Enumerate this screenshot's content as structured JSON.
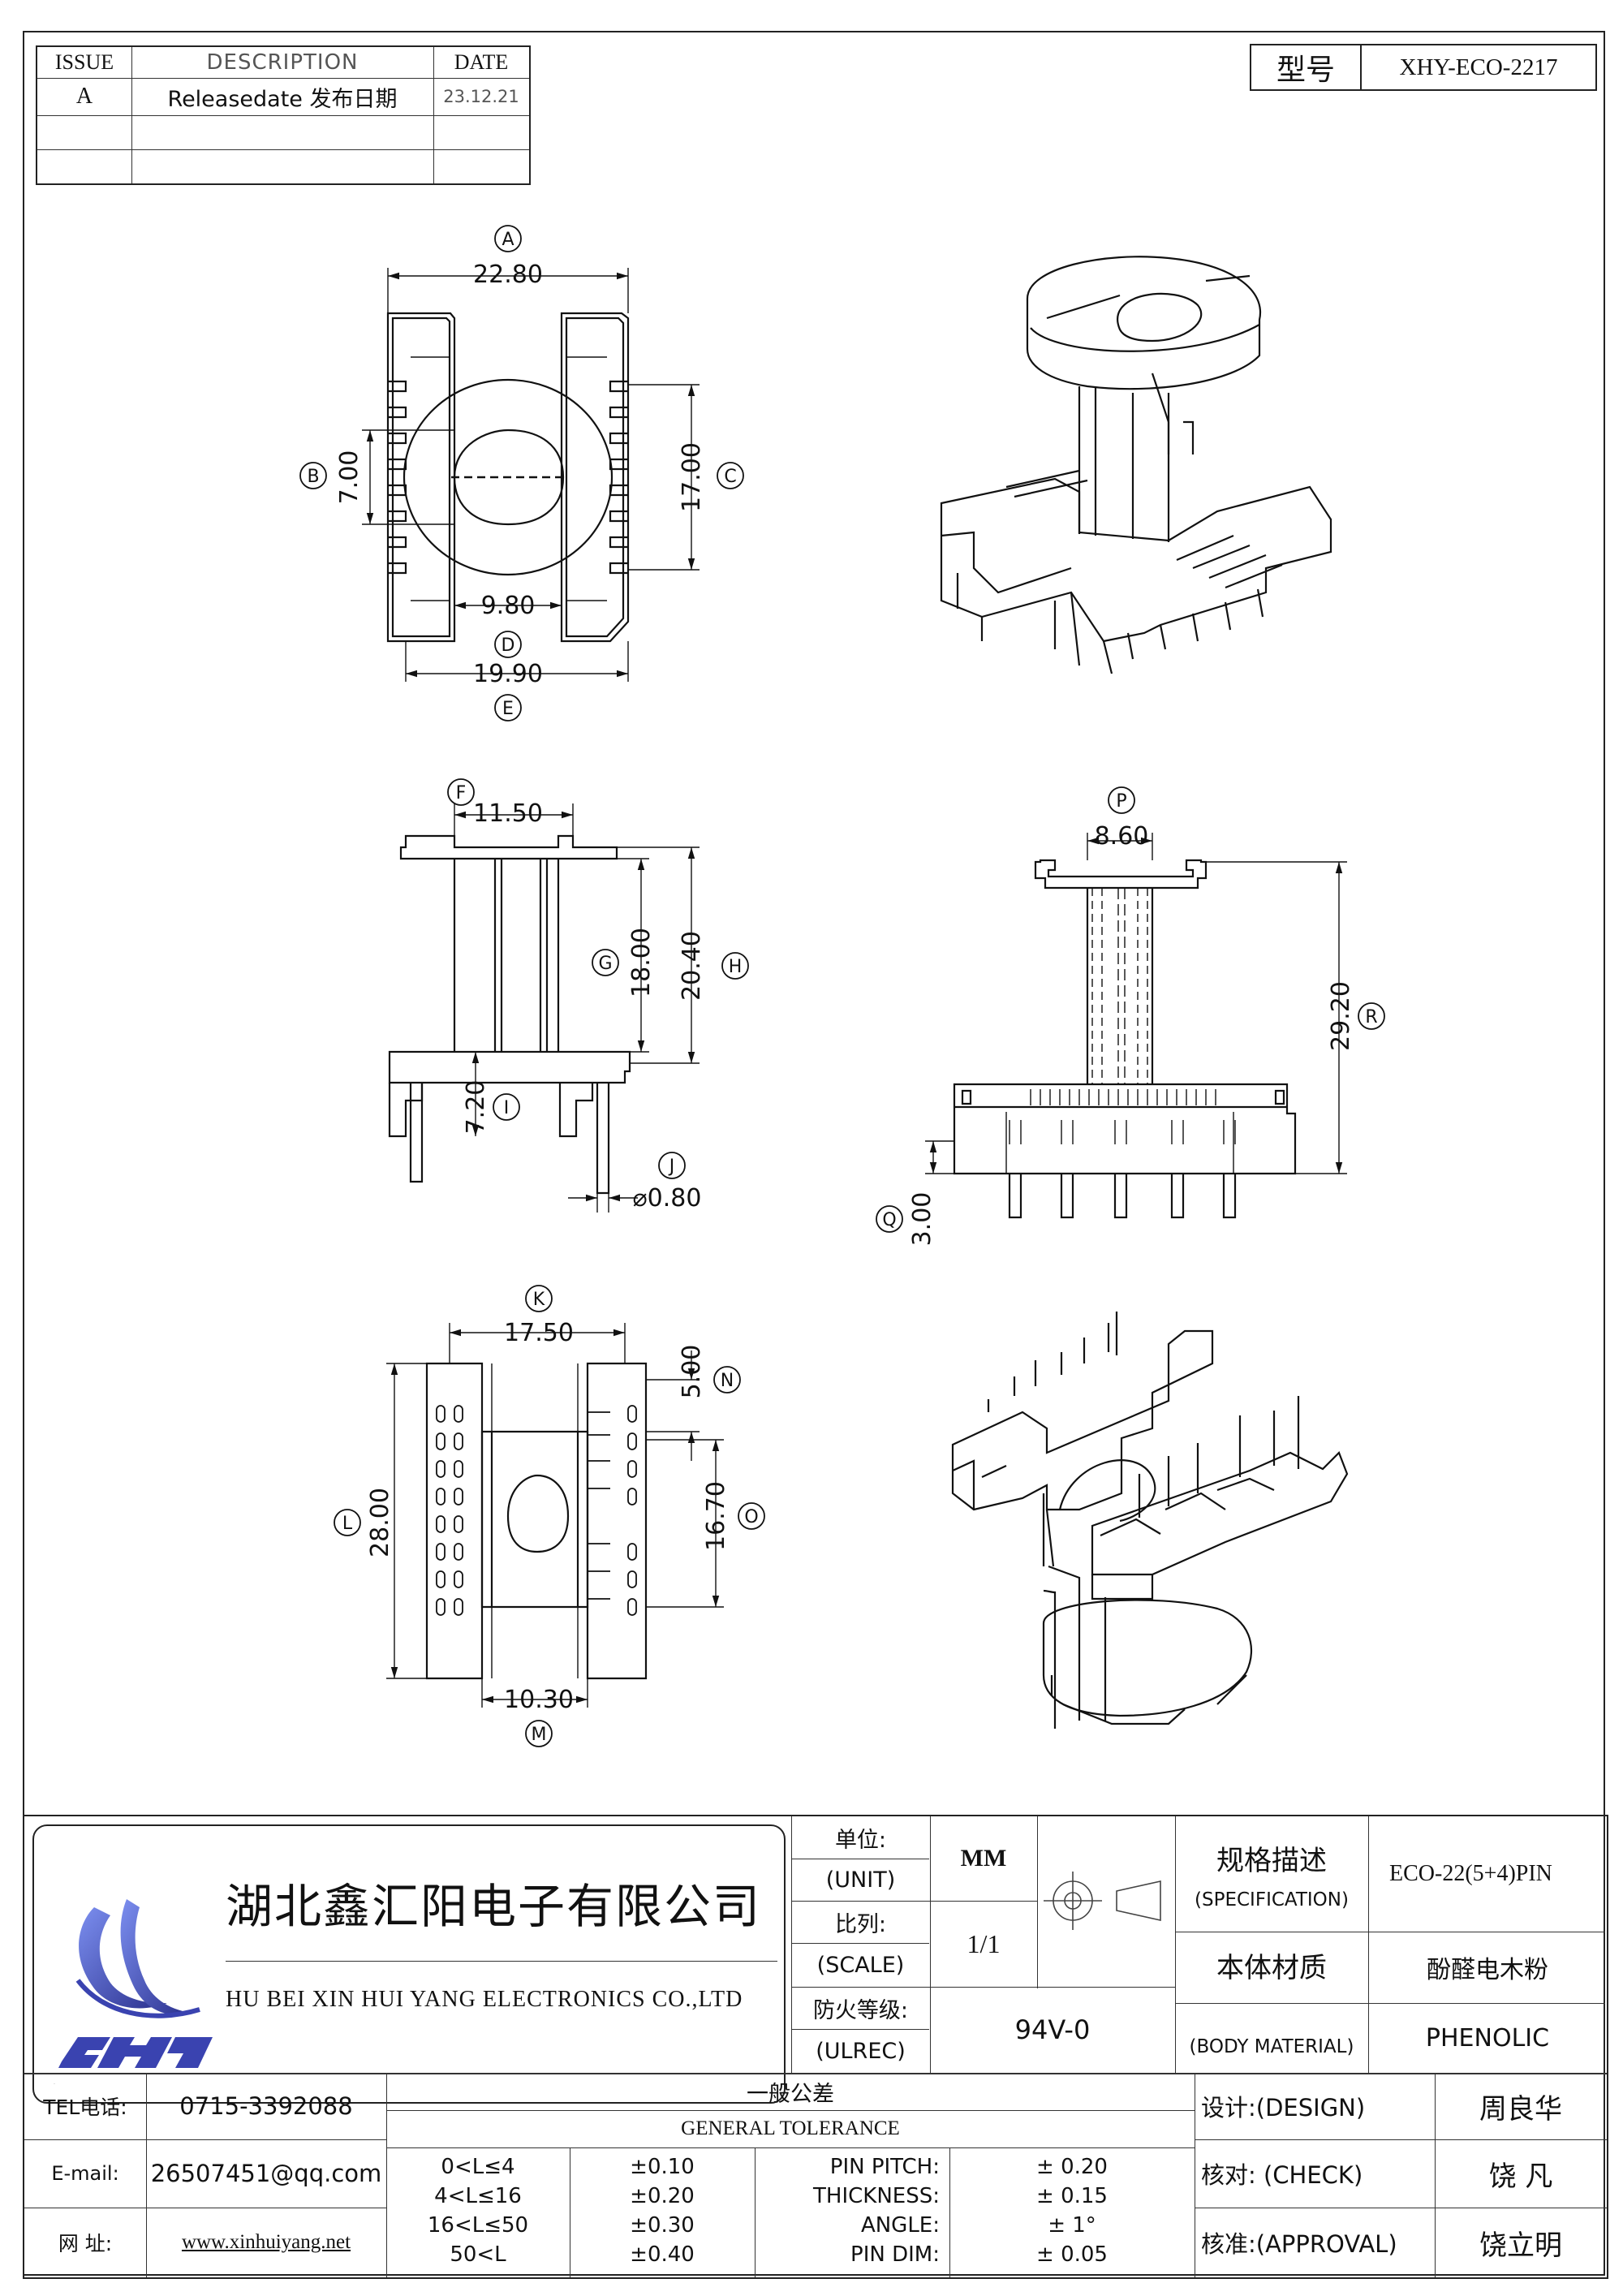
{
  "revision_block": {
    "headers": {
      "issue": "ISSUE",
      "description": "DESCRIPTION",
      "date": "DATE"
    },
    "rows": [
      {
        "issue": "A",
        "description": "Releasedate 发布日期",
        "date": "23.12.21"
      }
    ]
  },
  "model": {
    "label": "型号",
    "value": "XHY-ECO-2217"
  },
  "top_view": {
    "dims": {
      "A": "22.80",
      "B": "7.00",
      "C": "17.00",
      "D": "9.80",
      "E": "19.90"
    },
    "markers": [
      "A",
      "B",
      "C",
      "D",
      "E"
    ]
  },
  "side_view": {
    "dims": {
      "F": "11.50",
      "G": "18.00",
      "H": "20.40",
      "I": "7.20",
      "J": "⌀0.80"
    },
    "markers": [
      "F",
      "G",
      "H",
      "I",
      "J"
    ]
  },
  "front_view": {
    "dims": {
      "P": "8.60",
      "R": "29.20",
      "Q": "3.00"
    },
    "markers": [
      "P",
      "R",
      "Q"
    ]
  },
  "bottom_view": {
    "dims": {
      "K": "17.50",
      "N": "5.00",
      "L": "28.00",
      "O": "16.70",
      "M": "10.30"
    },
    "markers": [
      "K",
      "N",
      "L",
      "O",
      "M"
    ]
  },
  "company": {
    "logo_text": "XHY",
    "name_cn": "湖北鑫汇阳电子有限公司",
    "name_en": "HU BEI XIN HUI YANG ELECTRONICS CO.,LTD"
  },
  "title_block": {
    "unit_cn": "单位:",
    "unit_en": "(UNIT)",
    "unit_value": "MM",
    "scale_cn": "比列:",
    "scale_en": "(SCALE)",
    "scale_value": "1/1",
    "ulrec_cn": "防火等级:",
    "ulrec_en": "(ULREC)",
    "ulrec_value": "94V-0",
    "spec_cn": "规格描述",
    "spec_en": "(SPECIFICATION)",
    "spec_value": "ECO-22(5+4)PIN",
    "material_cn": "本体材质",
    "material_en": "(BODY MATERIAL)",
    "material_value_cn": "酚醛电木粉",
    "material_value_en": "PHENOLIC",
    "tel_label": "TEL电话:",
    "tel": "0715-3392088",
    "email_label": "E-mail:",
    "email": "26507451@qq.com",
    "web_label": "网  址:",
    "web": "www.xinhuiyang.net",
    "tolerance_cn": "一般公差",
    "tolerance_en": "GENERAL TOLERANCE",
    "tolerances": [
      {
        "range": "0<L≤4",
        "value": "±0.10"
      },
      {
        "range": "4<L≤16",
        "value": "±0.20"
      },
      {
        "range": "16<L≤50",
        "value": "±0.30"
      },
      {
        "range": "50<L",
        "value": "±0.40"
      }
    ],
    "pin_tol": [
      {
        "label": "PIN PITCH:",
        "value": "± 0.20"
      },
      {
        "label": "THICKNESS:",
        "value": "± 0.15"
      },
      {
        "label": "ANGLE:",
        "value": "± 1°"
      },
      {
        "label": "PIN DIM:",
        "value": "± 0.05"
      }
    ],
    "design_label": "设计:(DESIGN)",
    "design_name": "周良华",
    "check_label": "核对: (CHECK)",
    "check_name": "饶  凡",
    "approval_label": "核准:(APPROVAL)",
    "approval_name": "饶立明"
  }
}
